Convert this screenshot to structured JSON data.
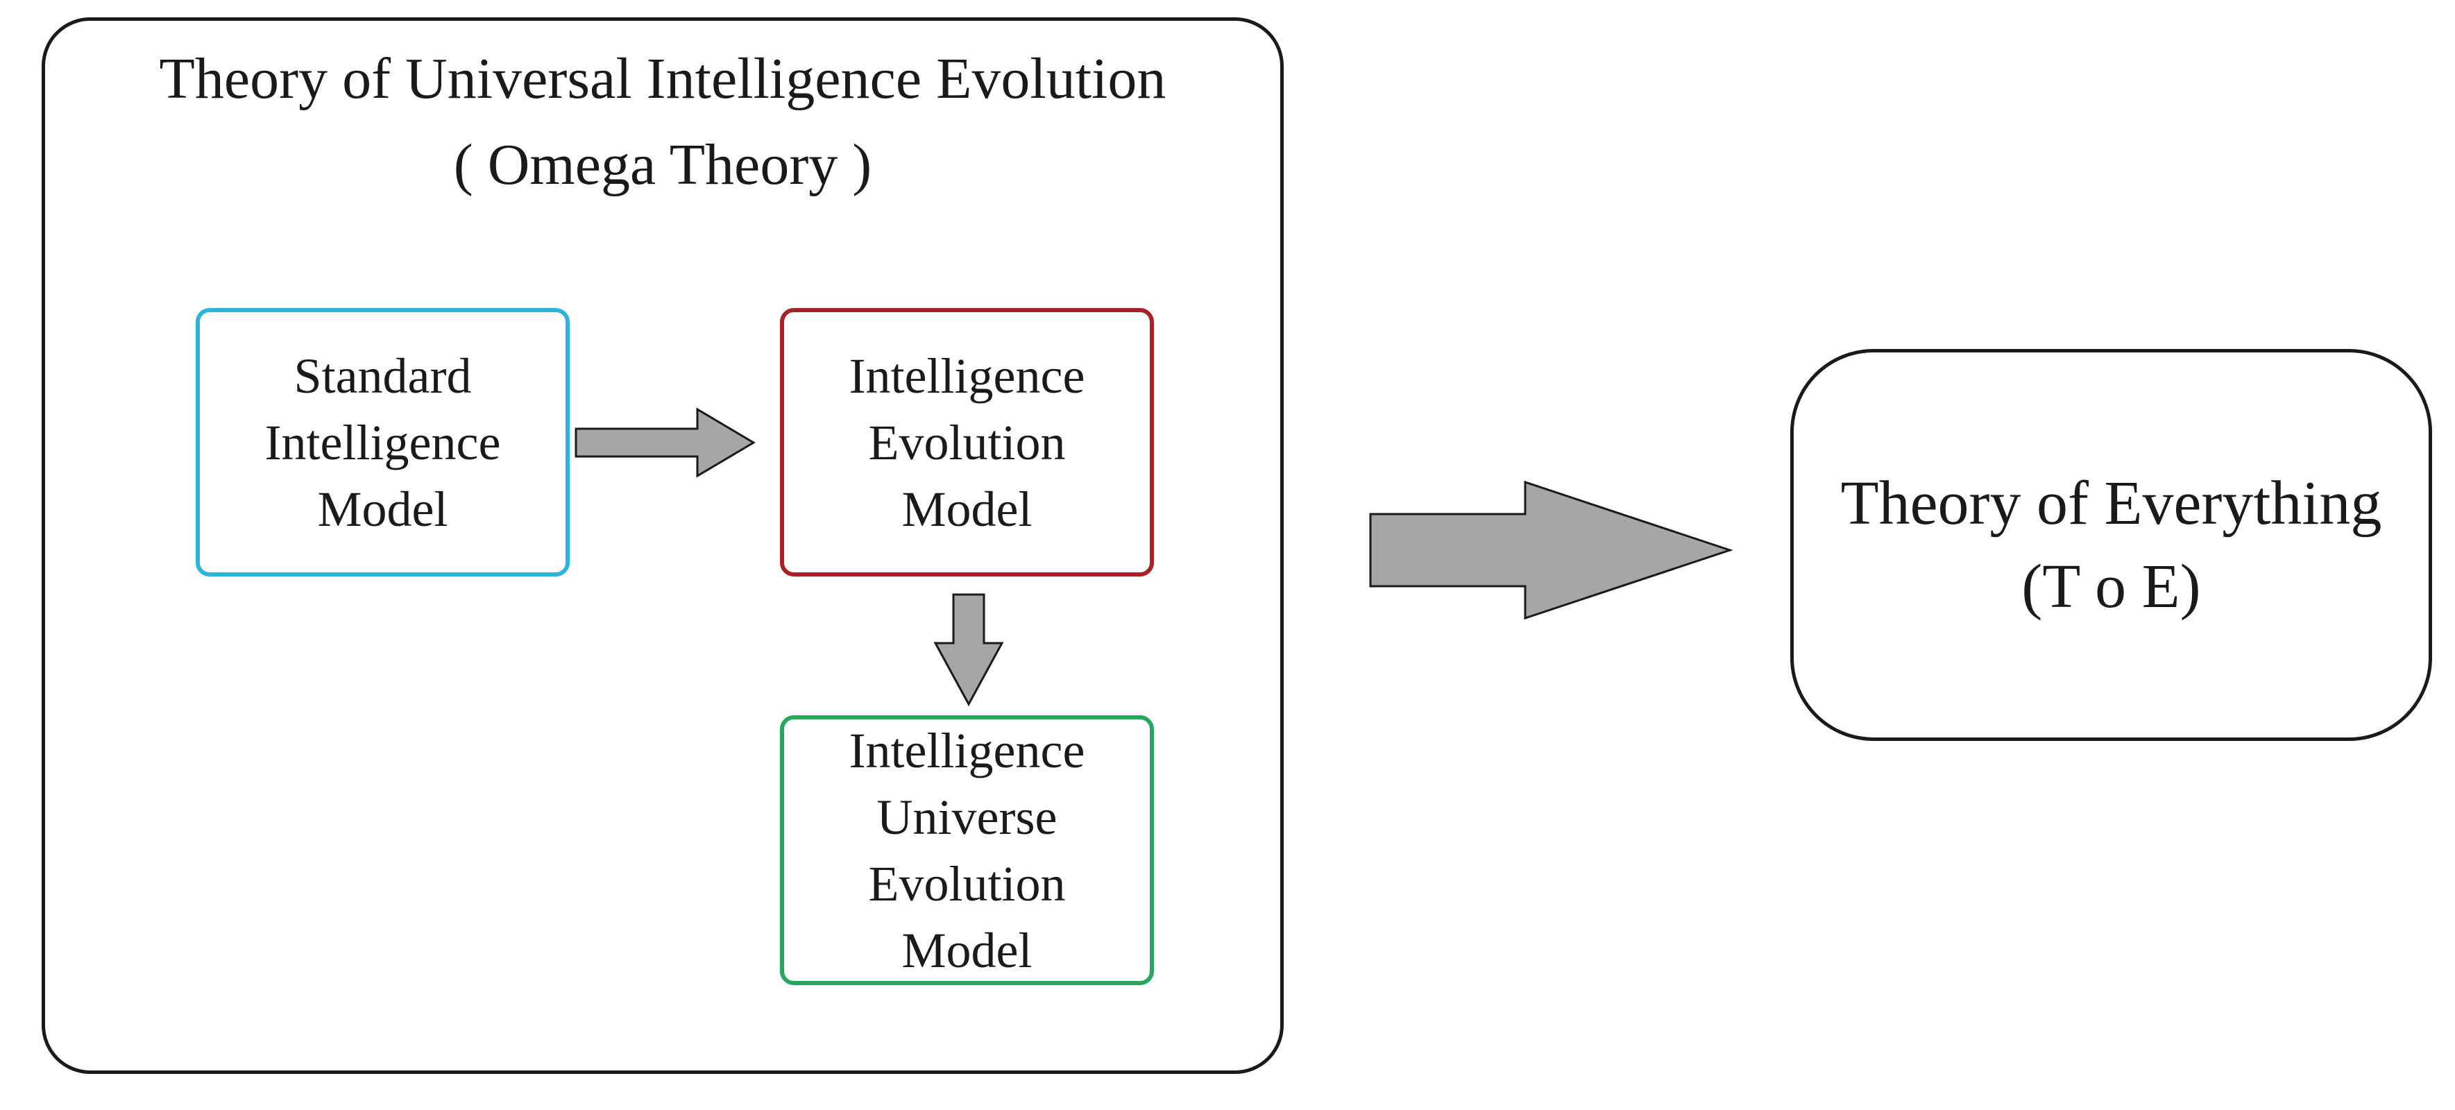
{
  "outer": {
    "title_line1": "Theory of Universal Intelligence Evolution",
    "title_line2": "( Omega  Theory )"
  },
  "boxes": {
    "standard": {
      "lines": [
        "Standard",
        "Intelligence",
        "Model"
      ],
      "border_color": "#2bb5de"
    },
    "evolution": {
      "lines": [
        "Intelligence",
        "Evolution",
        "Model"
      ],
      "border_color": "#a82125"
    },
    "universe": {
      "lines": [
        "Intelligence",
        "Universe",
        "Evolution",
        "Model"
      ],
      "border_color": "#25a85c"
    }
  },
  "toe": {
    "line1": "Theory of Everything",
    "line2": "(T o E)"
  },
  "arrows": {
    "fill_color": "#a6a6a6",
    "stroke_color": "#1a1a1a"
  }
}
